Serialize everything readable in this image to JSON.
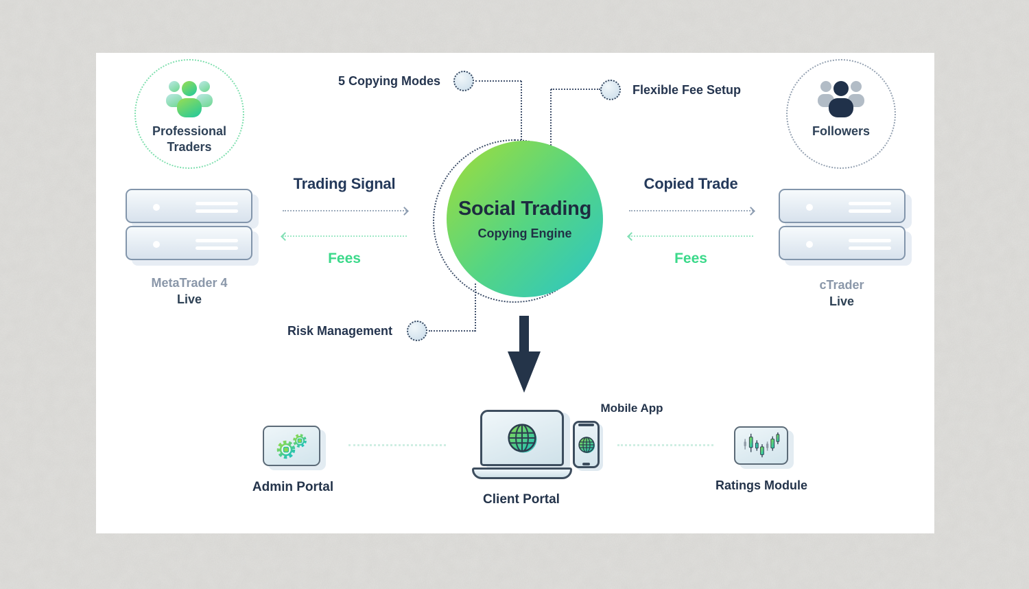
{
  "palette": {
    "paper_bg": "#dcdbd8",
    "card_bg": "#ffffff",
    "accent_green": "#3bd98a",
    "navy": "#24344e",
    "engine_gradient_start": "#a2dd38",
    "engine_gradient_end": "#2bc5c7",
    "icon_gradient_start": "#8cda4e",
    "icon_gradient_end": "#25c3b4"
  },
  "actors": {
    "traders": {
      "line1": "Professional",
      "line2": "Traders",
      "icon": "traders-group-icon"
    },
    "followers": {
      "label": "Followers",
      "icon": "followers-group-icon"
    }
  },
  "platforms": {
    "left": {
      "name": "MetaTrader 4",
      "env": "Live",
      "icon": "server-stack-icon"
    },
    "right": {
      "name": "cTrader",
      "env": "Live",
      "icon": "server-stack-icon"
    }
  },
  "flows": {
    "left": {
      "forward": "Trading Signal",
      "back": "Fees"
    },
    "right": {
      "forward": "Copied Trade",
      "back": "Fees"
    }
  },
  "engine": {
    "title": "Social Trading",
    "subtitle": "Copying Engine"
  },
  "features": {
    "modes": "5 Copying Modes",
    "fees": "Flexible Fee Setup",
    "risk": "Risk Management"
  },
  "bottom": {
    "admin": {
      "label": "Admin Portal",
      "icon": "gears-icon"
    },
    "client": {
      "label": "Client Portal",
      "icon": "laptop-globe-icon"
    },
    "mobile": {
      "label": "Mobile App",
      "icon": "phone-globe-icon"
    },
    "ratings": {
      "label": "Ratings Module",
      "icon": "candlestick-chart-icon"
    }
  }
}
